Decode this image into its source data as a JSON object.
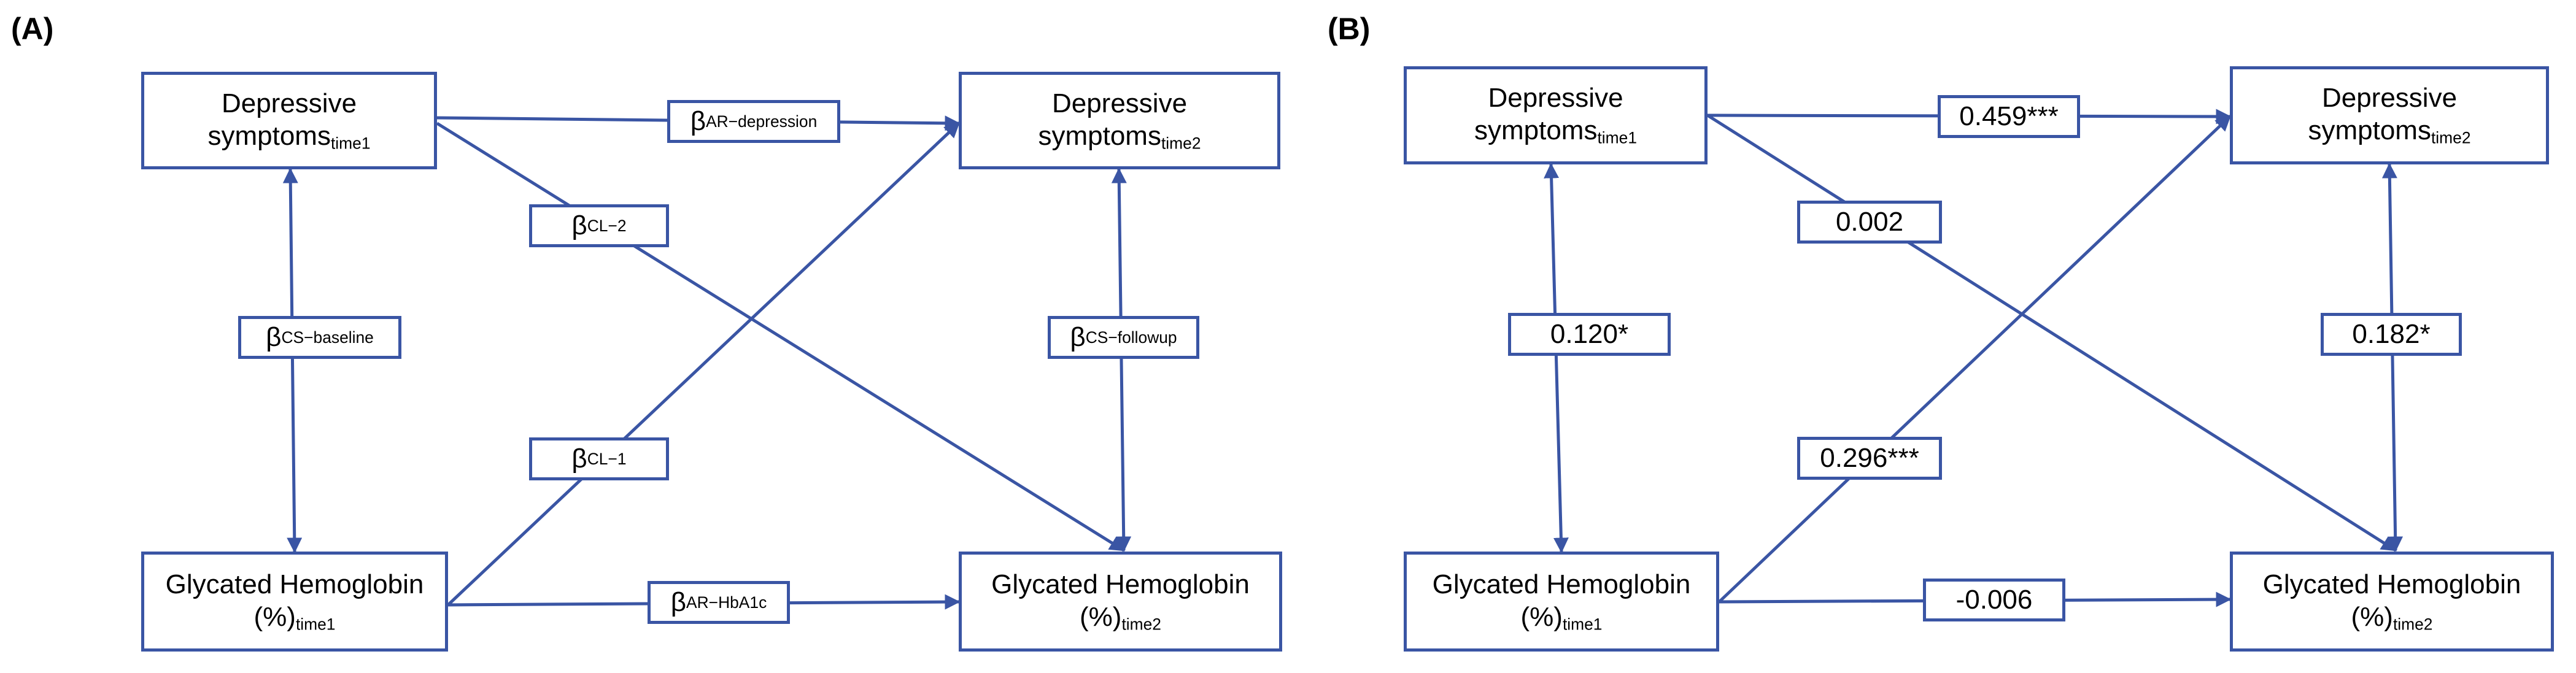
{
  "panels": [
    {
      "label": "(A)",
      "nodes": {
        "dep1": {
          "line1": "Depressive",
          "main": "symptoms",
          "sub": "time1"
        },
        "dep2": {
          "line1": "Depressive",
          "main": "symptoms",
          "sub": "time2"
        },
        "hb1": {
          "line1": "Glycated Hemoglobin",
          "main": "(%)",
          "sub": "time1"
        },
        "hb2": {
          "line1": "Glycated Hemoglobin",
          "main": "(%)",
          "sub": "time2"
        }
      },
      "coefficients": {
        "ar_dep": {
          "main": "β",
          "sub": "AR−depression"
        },
        "cl2": {
          "main": "β",
          "sub": "CL−2"
        },
        "cs_base": {
          "main": "β",
          "sub": "CS−baseline"
        },
        "cs_follow": {
          "main": "β",
          "sub": "CS−followup"
        },
        "cl1": {
          "main": "β",
          "sub": "CL−1"
        },
        "ar_hb": {
          "main": "β",
          "sub": "AR−HbA1c"
        }
      }
    },
    {
      "label": "(B)",
      "nodes": {
        "dep1": {
          "line1": "Depressive",
          "main": "symptoms",
          "sub": "time1"
        },
        "dep2": {
          "line1": "Depressive",
          "main": "symptoms",
          "sub": "time2"
        },
        "hb1": {
          "line1": "Glycated Hemoglobin",
          "main": "(%)",
          "sub": "time1"
        },
        "hb2": {
          "line1": "Glycated Hemoglobin",
          "main": "(%)",
          "sub": "time2"
        }
      },
      "coefficients": {
        "ar_dep": {
          "main": "0.459***",
          "sub": ""
        },
        "cl2": {
          "main": "0.002",
          "sub": ""
        },
        "cs_base": {
          "main": "0.120*",
          "sub": ""
        },
        "cs_follow": {
          "main": "0.182*",
          "sub": ""
        },
        "cl1": {
          "main": "0.296***",
          "sub": ""
        },
        "ar_hb": {
          "main": "-0.006",
          "sub": ""
        }
      }
    }
  ],
  "colors": {
    "line": "#3a55a4",
    "text": "#000000"
  }
}
